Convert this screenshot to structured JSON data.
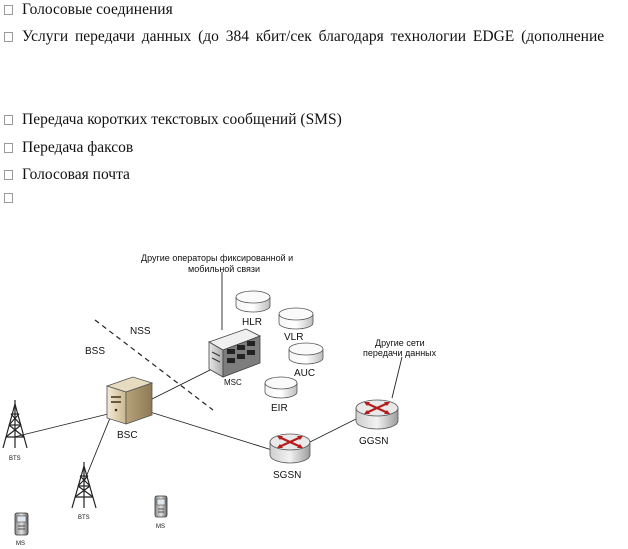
{
  "bullets": [
    {
      "text": "Голосовые соединения"
    },
    {
      "text": "Услуги передачи данных (до 384 кбит/сек благодаря технологии EDGE (дополнение"
    },
    {
      "text": "Передача коротких текстовых сообщений (SMS)"
    },
    {
      "text": "Передача факсов"
    },
    {
      "text": "Голосовая почта"
    },
    {
      "text": ""
    }
  ],
  "diagram": {
    "other_operators_line1": "Другие операторы фиксированной и",
    "other_operators_line2": "мобильной связи",
    "other_networks_line1": "Другие сети",
    "other_networks_line2": "передачи данных",
    "nss": "NSS",
    "bss": "BSS",
    "hlr": "HLR",
    "vlr": "VLR",
    "auc": "AUC",
    "eir": "EIR",
    "msc": "MSC",
    "bsc": "BSC",
    "sgsn": "SGSN",
    "ggsn": "GGSN",
    "bts_left": "BTS",
    "bts_mid": "BTS",
    "ms_left": "MS",
    "ms_right": "MS"
  }
}
